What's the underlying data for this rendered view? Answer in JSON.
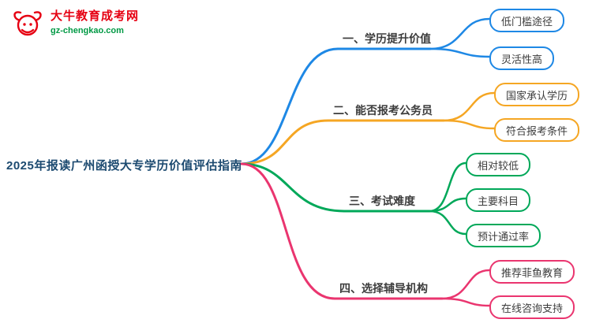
{
  "logo": {
    "site_name": "大牛教育成考网",
    "site_url": "gz-chengkao.com",
    "brand_red": "#e60012",
    "brand_green": "#009944"
  },
  "root": {
    "label": "2025年报读广州函授大专学历价值评估指南"
  },
  "branches": [
    {
      "label": "一、学历提升价值",
      "color": "#1e88e5",
      "children": [
        {
          "label": "低门槛途径"
        },
        {
          "label": "灵活性高"
        }
      ]
    },
    {
      "label": "二、能否报考公务员",
      "color": "#f5a623",
      "children": [
        {
          "label": "国家承认学历"
        },
        {
          "label": "符合报考条件"
        }
      ]
    },
    {
      "label": "三、考试难度",
      "color": "#00a859",
      "children": [
        {
          "label": "相对较低"
        },
        {
          "label": "主要科目"
        },
        {
          "label": "预计通过率"
        }
      ]
    },
    {
      "label": "四、选择辅导机构",
      "color": "#ea356f",
      "children": [
        {
          "label": "推荐菲鱼教育"
        },
        {
          "label": "在线咨询支持"
        }
      ]
    }
  ]
}
